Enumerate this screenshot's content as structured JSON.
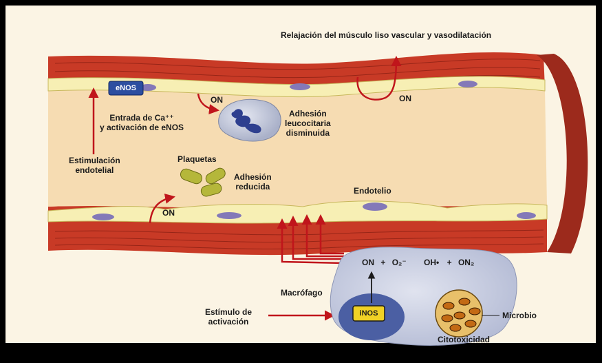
{
  "title": "Relajación del músculo liso vascular y vasodilatación",
  "labels": {
    "enos": "eNOS",
    "on_top": "ON",
    "on_right": "ON",
    "on_low": "ON",
    "calcium_1": "Entrada de Ca⁺⁺",
    "calcium_2": "y activación de eNOS",
    "leuko_1": "Adhesión",
    "leuko_2": "leucocitaria",
    "leuko_3": "disminuida",
    "stim_1": "Estimulación",
    "stim_2": "endotelial",
    "plaquetas": "Plaquetas",
    "adh_red_1": "Adhesión",
    "adh_red_2": "reducida",
    "endotelio": "Endotelio",
    "macrofago": "Macrófago",
    "inos": "iNOS",
    "estimulo_1": "Estímulo de",
    "estimulo_2": "activación",
    "microbio": "Microbio",
    "citotoxicidad": "Citotoxicidad",
    "eq_on": "ON",
    "eq_plus1": "+",
    "eq_o2": "O₂⁻",
    "eq_arrow": "→",
    "eq_oh": "OH•",
    "eq_plus2": "+",
    "eq_on2": "ON₂"
  },
  "colors": {
    "background": "#fbf4e4",
    "muscle": "#c83a26",
    "lumen": "#f6dcb2",
    "endothelium": "#f7efb4",
    "nucleus": "#8479b8",
    "arrow": "#c0151b",
    "macrophage": "#c6cbe0",
    "inos": "#f1d225"
  }
}
